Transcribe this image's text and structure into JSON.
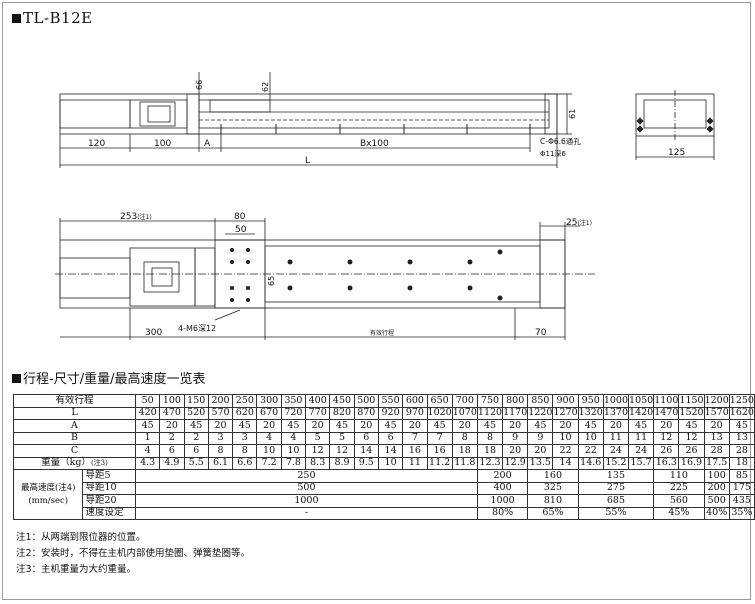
{
  "model_title": "TL-B12E",
  "dims": {
    "top": {
      "d1": "120",
      "d2": "100",
      "a": "A",
      "b": "Bx100",
      "l": "L",
      "h66": "66",
      "h62": "62",
      "h61": "61",
      "hole": "C-Φ6.6通孔",
      "hole2": "Φ11深6"
    },
    "side": {
      "w125": "125"
    },
    "plan": {
      "d253": "253",
      "n1": "(注1)",
      "d80": "80",
      "d50": "50",
      "d25": "25",
      "n1b": "(注1)",
      "d65": "65",
      "d300": "300",
      "m6": "4-M6深12",
      "d70": "70",
      "mid": "有效行程"
    }
  },
  "section_title": "行程-尺寸/重量/最高速度一览表",
  "table": {
    "strokes_label": "有效行程",
    "strokes": [
      "50",
      "100",
      "150",
      "200",
      "250",
      "300",
      "350",
      "400",
      "450",
      "500",
      "550",
      "600",
      "650",
      "700",
      "750",
      "800",
      "850",
      "900",
      "950",
      "1000",
      "1050",
      "1100",
      "1150",
      "1200",
      "1250"
    ],
    "L_label": "L",
    "L": [
      "420",
      "470",
      "520",
      "570",
      "620",
      "670",
      "720",
      "770",
      "820",
      "870",
      "920",
      "970",
      "1020",
      "1070",
      "1120",
      "1170",
      "1220",
      "1270",
      "1320",
      "1370",
      "1420",
      "1470",
      "1520",
      "1570",
      "1620"
    ],
    "A_label": "A",
    "A": [
      "45",
      "20",
      "45",
      "20",
      "45",
      "20",
      "45",
      "20",
      "45",
      "20",
      "45",
      "20",
      "45",
      "20",
      "45",
      "20",
      "45",
      "20",
      "45",
      "20",
      "45",
      "20",
      "45",
      "20",
      "45"
    ],
    "B_label": "B",
    "B": [
      "1",
      "2",
      "2",
      "3",
      "3",
      "4",
      "4",
      "5",
      "5",
      "6",
      "6",
      "7",
      "7",
      "8",
      "8",
      "9",
      "9",
      "10",
      "10",
      "11",
      "11",
      "12",
      "12",
      "13",
      "13"
    ],
    "C_label": "C",
    "C": [
      "4",
      "6",
      "6",
      "8",
      "8",
      "10",
      "10",
      "12",
      "12",
      "14",
      "14",
      "16",
      "16",
      "18",
      "18",
      "20",
      "20",
      "22",
      "22",
      "24",
      "24",
      "26",
      "26",
      "28",
      "28"
    ],
    "weight_label": "重量（kg）",
    "weight_note": "(注3)",
    "weight": [
      "4.3",
      "4.9",
      "5.5",
      "6.1",
      "6.6",
      "7.2",
      "7.8",
      "8.3",
      "8.9",
      "9.5",
      "10",
      "11",
      "11.2",
      "11.8",
      "12.3",
      "12.9",
      "13.5",
      "14",
      "14.6",
      "15.2",
      "15.7",
      "16.3",
      "16.9",
      "17.5",
      "18"
    ],
    "speed_label": "最高速度(注4)",
    "speed_unit": "(mm/sec)",
    "speed_rows": [
      {
        "label": "导距5",
        "cells": [
          "250",
          "200",
          "160",
          "135",
          "110",
          "100",
          "85"
        ]
      },
      {
        "label": "导距10",
        "cells": [
          "500",
          "400",
          "325",
          "275",
          "225",
          "200",
          "175"
        ]
      },
      {
        "label": "导距20",
        "cells": [
          "1000",
          "1000",
          "810",
          "685",
          "560",
          "500",
          "435"
        ]
      },
      {
        "label": "速度设定",
        "cells": [
          "-",
          "80%",
          "65%",
          "55%",
          "45%",
          "40%",
          "35%"
        ]
      }
    ]
  },
  "notes": [
    "注1：从两端到限位器的位置。",
    "注2：安装时，不得在主机内部使用垫圈、弹簧垫圈等。",
    "注3：主机重量为大约重量。"
  ]
}
